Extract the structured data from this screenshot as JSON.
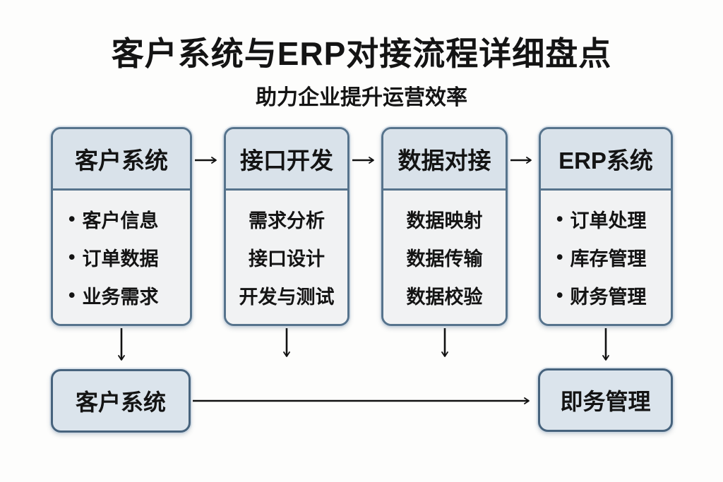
{
  "title": "客户系统与ERP对接流程详细盘点",
  "subtitle": "助力企业提升运营效率",
  "bullet_char": "•",
  "colors": {
    "box_border": "#56738c",
    "bottom_box_border": "#47637d",
    "header_fill": "#d9e2ea",
    "body_fill": "#f1f2f3",
    "bottom_fill": "#dbe4ec",
    "text": "#141414",
    "arrow": "#111111",
    "background": "#fdfdfc"
  },
  "stages": [
    {
      "title": "客户系统",
      "bulleted": true,
      "items": [
        "客户信息",
        "订单数据",
        "业务需求"
      ]
    },
    {
      "title": "接口开发",
      "bulleted": false,
      "items": [
        "需求分析",
        "接口设计",
        "开发与测试"
      ]
    },
    {
      "title": "数据对接",
      "bulleted": false,
      "items": [
        "数据映射",
        "数据传输",
        "数据校验"
      ]
    },
    {
      "title": "ERP系统",
      "bulleted": true,
      "items": [
        "订单处理",
        "库存管理",
        "财务管理"
      ]
    }
  ],
  "bottom_nodes": [
    {
      "label": "客户系统"
    },
    {
      "label": "即务管理"
    }
  ]
}
